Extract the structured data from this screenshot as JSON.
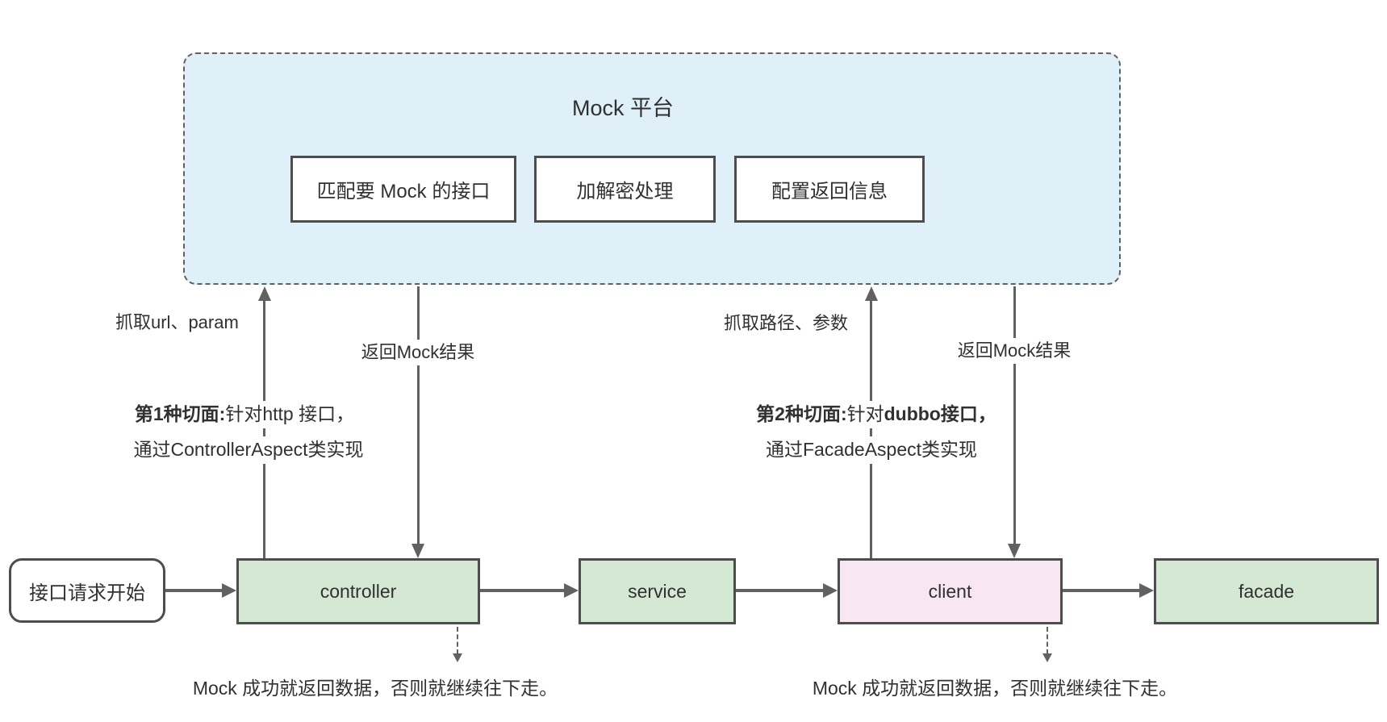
{
  "colors": {
    "background": "#ffffff",
    "connector_line": "#616161",
    "box_border": "#4d4d4d",
    "node_green": "#d5e8d4",
    "node_pink": "#f8e7f2",
    "platform_blue": "#dff0f9",
    "text": "#303030"
  },
  "platform": {
    "title": "Mock 平台",
    "boxes": [
      {
        "label": "匹配要 Mock 的接口"
      },
      {
        "label": "加解密处理"
      },
      {
        "label": "配置返回信息"
      }
    ]
  },
  "flow": {
    "start_label": "接口请求开始",
    "nodes": [
      {
        "label": "controller",
        "color": "green"
      },
      {
        "label": "service",
        "color": "green"
      },
      {
        "label": "client",
        "color": "pink"
      },
      {
        "label": "facade",
        "color": "green"
      }
    ]
  },
  "annotations": {
    "left": {
      "capture_label": "抓取url、param",
      "return_label": "返回Mock结果",
      "aspect_bold": "第1种切面:",
      "aspect_regular": "针对http 接口，",
      "aspect_line2": "通过ControllerAspect类实现",
      "fallthrough": "Mock 成功就返回数据，否则就继续往下走。"
    },
    "right": {
      "capture_label": "抓取路径、参数",
      "return_label": "返回Mock结果",
      "aspect_bold": "第2种切面:",
      "aspect_regular": "针对",
      "aspect_bold2": "dubbo接口，",
      "aspect_line2": "通过FacadeAspect类实现",
      "fallthrough": "Mock 成功就返回数据，否则就继续往下走。"
    }
  }
}
